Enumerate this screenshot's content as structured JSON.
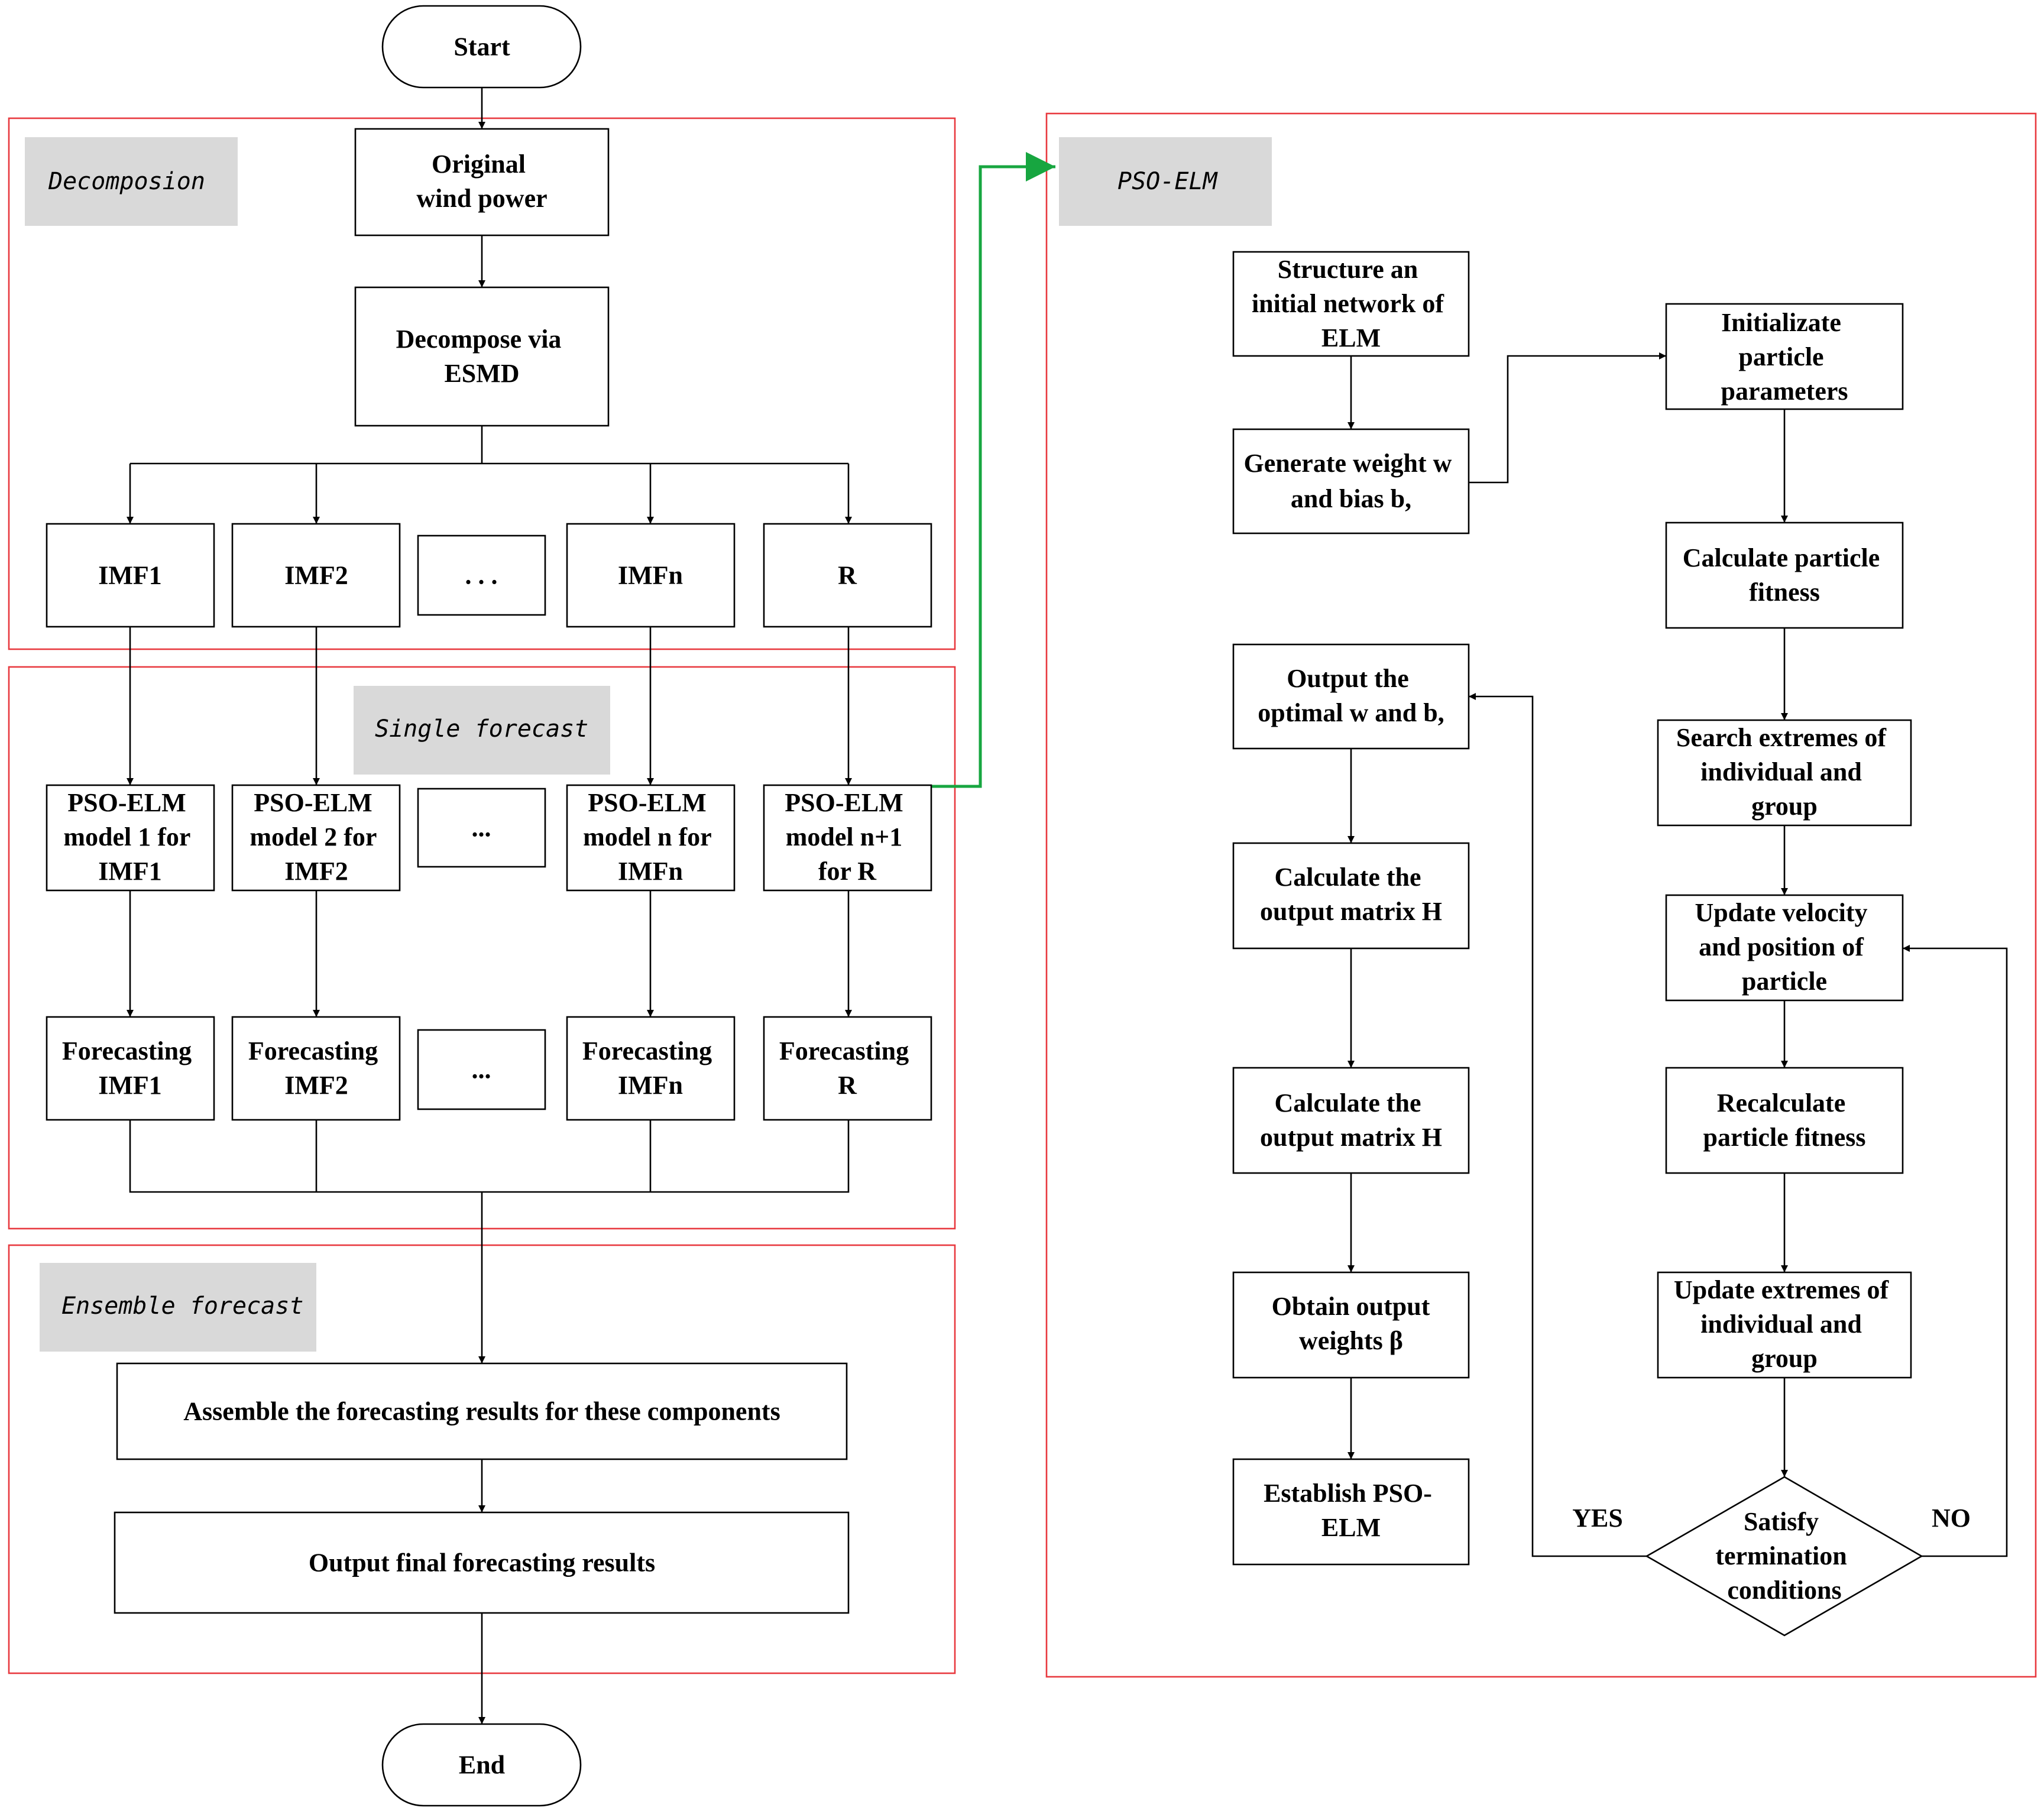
{
  "panels": {
    "decomposition": "Decomposion",
    "single": "Single forecast",
    "ensemble": "Ensemble forecast",
    "pso": "PSO-ELM"
  },
  "flow": {
    "start": "Start",
    "end": "End",
    "original": [
      "Original",
      "wind power"
    ],
    "decompose": [
      "Decompose via",
      "ESMD"
    ],
    "imf1": "IMF1",
    "imf2": "IMF2",
    "ellipsis_dots": ". . .",
    "imfn": "IMFn",
    "r": "R",
    "model1": [
      "PSO-ELM",
      "model 1 for",
      "IMF1"
    ],
    "model2": [
      "PSO-ELM",
      "model 2 for",
      "IMF2"
    ],
    "ellipsis": "...",
    "modeln": [
      "PSO-ELM",
      "model n for",
      "IMFn"
    ],
    "modeln1": [
      "PSO-ELM",
      "model n+1",
      "for R"
    ],
    "fc1": [
      "Forecasting",
      "IMF1"
    ],
    "fc2": [
      "Forecasting",
      "IMF2"
    ],
    "fcn": [
      "Forecasting",
      "IMFn"
    ],
    "fcr": [
      "Forecasting",
      "R"
    ],
    "assemble": "Assemble the forecasting results for these components",
    "output_final": "Output final forecasting results"
  },
  "pso": {
    "structure": [
      "Structure an",
      "initial network of",
      "ELM"
    ],
    "generate": [
      "Generate weight w",
      "and bias b,"
    ],
    "init_particle": [
      "Initializate",
      "particle",
      "parameters"
    ],
    "calc_fitness": [
      "Calculate particle",
      "fitness"
    ],
    "search_extremes": [
      "Search extremes of",
      "individual and",
      "group"
    ],
    "update_velocity": [
      "Update velocity",
      "and position of",
      "particle"
    ],
    "recalc_fitness": [
      "Recalculate",
      "particle fitness"
    ],
    "update_extremes": [
      "Update extremes of",
      "individual and",
      "group"
    ],
    "satisfy": [
      "Satisfy",
      "termination",
      "conditions"
    ],
    "yes": "YES",
    "no": "NO",
    "output_optimal": [
      "Output the",
      "optimal  w and  b,"
    ],
    "calc_h1": [
      "Calculate the",
      "output matrix H"
    ],
    "calc_h2": [
      "Calculate the",
      "output matrix H"
    ],
    "obtain": [
      "Obtain output",
      "weights β"
    ],
    "establish": [
      "Establish PSO-",
      "ELM"
    ]
  },
  "colors": {
    "panel_border": "#e8393f",
    "tag_background": "#d9d9d9",
    "link_arrow": "#17a640"
  }
}
